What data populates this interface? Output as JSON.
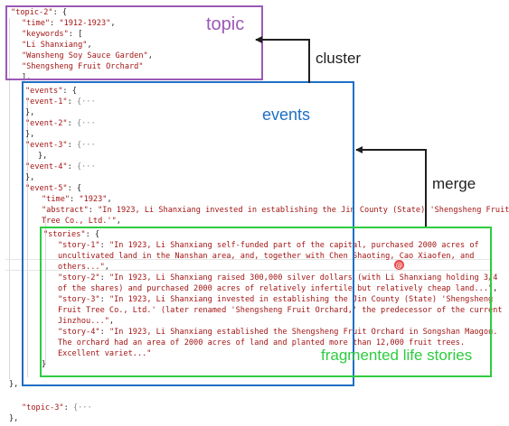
{
  "labels": {
    "topic": "topic",
    "events": "events",
    "cluster": "cluster",
    "merge": "merge",
    "stories": "fragmented life stories"
  },
  "code": {
    "topic_key": "\"topic-2\"",
    "time_key": "\"time\"",
    "time_val": "\"1912-1923\"",
    "keywords_key": "\"keywords\"",
    "kw1": "\"Li Shanxiang\"",
    "kw2": "\"Wansheng Soy Sauce Garden\"",
    "kw3": "\"Shengsheng Fruit Orchard\"",
    "events_key": "\"events\"",
    "event1_key": "\"event-1\"",
    "event2_key": "\"event-2\"",
    "event3_key": "\"event-3\"",
    "event4_key": "\"event-4\"",
    "event5_key": "\"event-5\"",
    "fold": "{···",
    "e5_time_key": "\"time\"",
    "e5_time_val": "\"1923\"",
    "abstract_key": "\"abstract\"",
    "abstract_l1": "\"In 1923, Li Shanxiang invested in establishing the Jin County (State) 'Shengsheng Fruit",
    "abstract_l2": "Tree Co., Ltd.'\"",
    "stories_key": "\"stories\"",
    "story1_key": "\"story-1\"",
    "story1_l1": "\"In 1923, Li Shanxiang self-funded part of the capital, purchased 2000 acres of",
    "story1_l2": "uncultivated land in the Nanshan area, and, together with Chen Shaoting, Cao Xiaofen, and",
    "story1_l3": "others...\"",
    "story2_key": "\"story-2\"",
    "story2_l1": "\"In 1923, Li Shanxiang raised 300,000 silver dollars (with Li Shanxiang holding 3/4",
    "story2_l2": "of the shares) and purchased 2000 acres of relatively infertile but relatively cheap land...\"",
    "story3_key": "\"story-3\"",
    "story3_l1": "\"In 1923, Li Shanxiang invested in establishing the Jin County (State) 'Shengsheng",
    "story3_l2": "Fruit Tree Co., Ltd.' (later renamed 'Shengsheng Fruit Orchard,' the predecessor of the current",
    "story3_l3": "Jinzhou...\"",
    "story4_key": "\"story-4\"",
    "story4_l1": "\"In 1923, Li Shanxiang established the Shengsheng Fruit Orchard in Songshan Maogou.",
    "story4_l2": "The orchard had an area of 2000 acres of land and planted more than 12,000 fruit trees.",
    "story4_l3": "Excellent variet...\"",
    "topic3_key": "\"topic-3\""
  },
  "colors": {
    "topic": "#9b59b6",
    "events": "#1f6fc5",
    "stories": "#2ecc40",
    "key": "#a31515"
  }
}
